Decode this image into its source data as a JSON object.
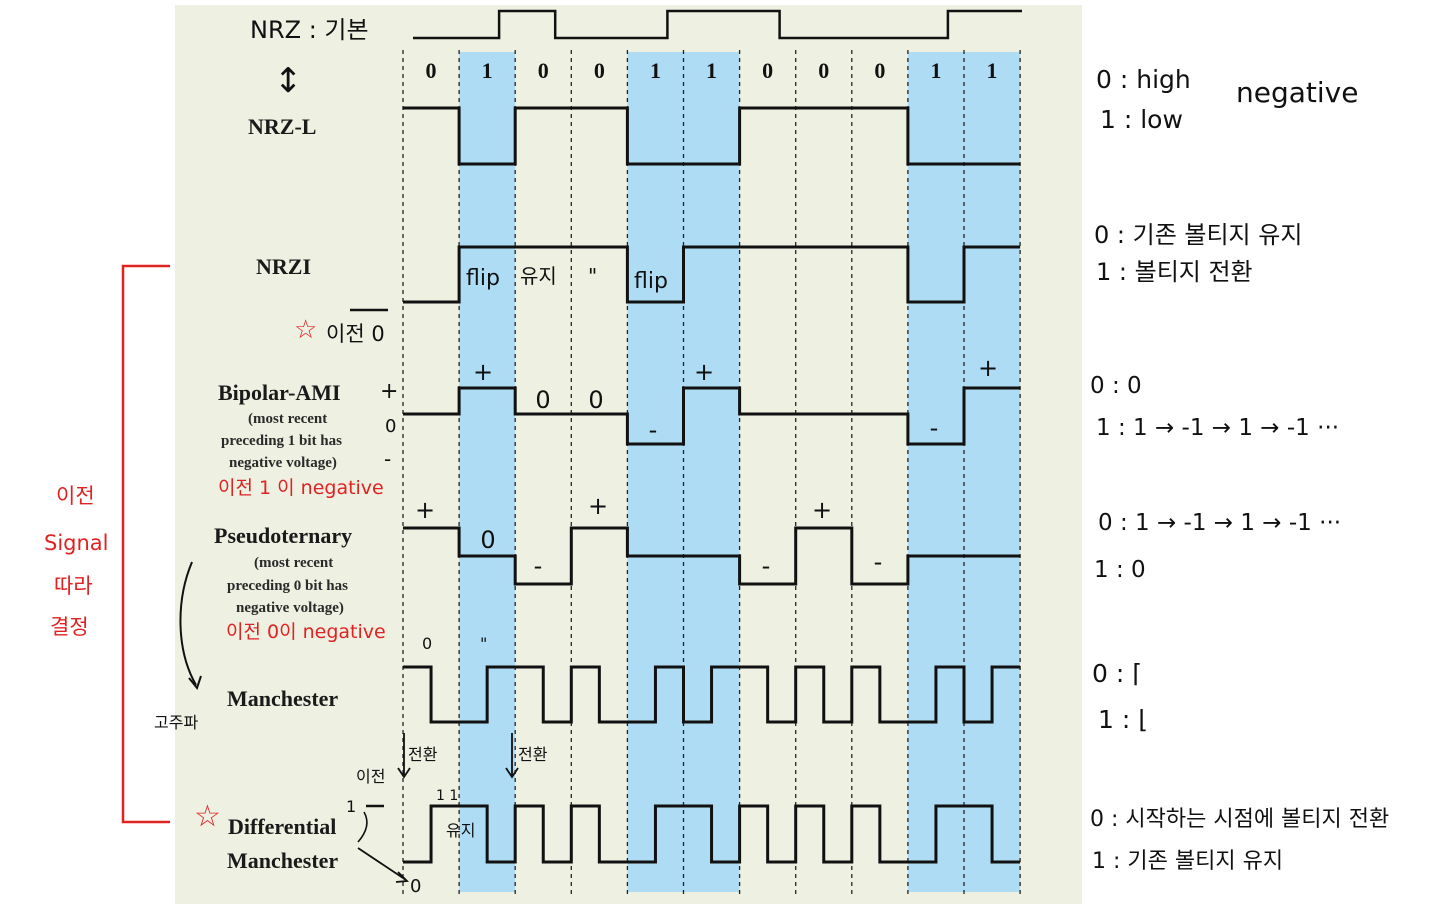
{
  "colors": {
    "highlight": "#aedcf5",
    "signal": "#111111",
    "annotation_red": "#e02222",
    "panel_bg": "#eef0e2"
  },
  "bits": [
    "0",
    "1",
    "0",
    "0",
    "1",
    "1",
    "0",
    "0",
    "0",
    "1",
    "1"
  ],
  "top_note": "NRZ : 기본",
  "labels": {
    "nrzl": "NRZ-L",
    "nrzi": "NRZI",
    "ami_title": "Bipolar-AMI",
    "ami_sub": [
      "(most recent",
      "preceding 1 bit has",
      "negative voltage)"
    ],
    "pseudo_title": "Pseudoternary",
    "pseudo_sub": [
      "(most recent",
      "preceding 0 bit has",
      "negative voltage)"
    ],
    "manchester": "Manchester",
    "diff1": "Differential",
    "diff2": "Manchester"
  },
  "annotations": {
    "nrzi_flip1": "flip",
    "nrzi_keep": "유지",
    "nrzi_ditto": "\"",
    "nrzi_flip2": "flip",
    "prev0": "이전 0",
    "ami_plus_axis": "+",
    "ami_zero_axis": "0",
    "ami_minus_axis": "-",
    "ami_marks": [
      "+",
      "0",
      "0",
      "-",
      "+",
      "-",
      "+"
    ],
    "ami_red": "이전 1 이 negative",
    "pseudo_marks": [
      "+",
      "0",
      "-",
      "+",
      "-",
      "+",
      "-"
    ],
    "pseudo_red": "이전 0이 negative",
    "man_marks": [
      "0",
      "\""
    ],
    "freq": "고주파",
    "prev_label": "이전",
    "trans1": "전환",
    "trans2": "전환",
    "diff_one": "1",
    "diff_zero": "0",
    "diff_keep": "유지",
    "diff_ticks": "1 1",
    "left_red": [
      "이전",
      "Signal",
      "따라",
      "결정"
    ]
  },
  "notes": {
    "nrzl_a": "0 : high",
    "nrzl_b": "1 : low",
    "nrzl_c": "negative",
    "nrzi_a": "0 : 기존 볼티지 유지",
    "nrzi_b": "1 : 볼티지 전환",
    "ami_a": "0 : 0",
    "ami_b": "1 : 1 → -1 → 1 → -1 ···",
    "pseudo_a": "0 : 1 → -1 → 1 → -1 ···",
    "pseudo_b": "1 : 0",
    "man_a": "0 : ⌈",
    "man_b": "1 : ⌊",
    "diff_a": "0 : 시작하는 시점에 볼티지 전환",
    "diff_b": "1 : 기존 볼티지 유지"
  }
}
